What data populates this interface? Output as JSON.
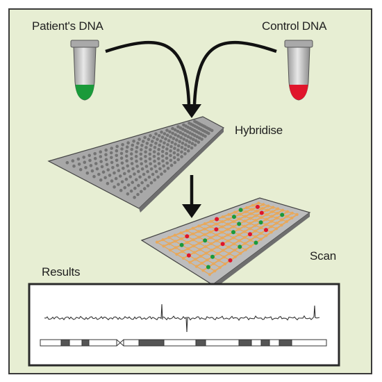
{
  "labels": {
    "patient": "Patient's DNA",
    "control": "Control DNA",
    "hybridise": "Hybridise",
    "scan": "Scan",
    "results": "Results"
  },
  "colors": {
    "background": "#e7eed3",
    "patient_sample": "#1a9a3a",
    "control_sample": "#e0152b",
    "spot_grey": "#737373",
    "spot_orange": "#e8a85a",
    "slide": "#bfbfbf"
  },
  "icons": {
    "patient_tube": "test-tube-icon",
    "control_tube": "test-tube-icon"
  }
}
